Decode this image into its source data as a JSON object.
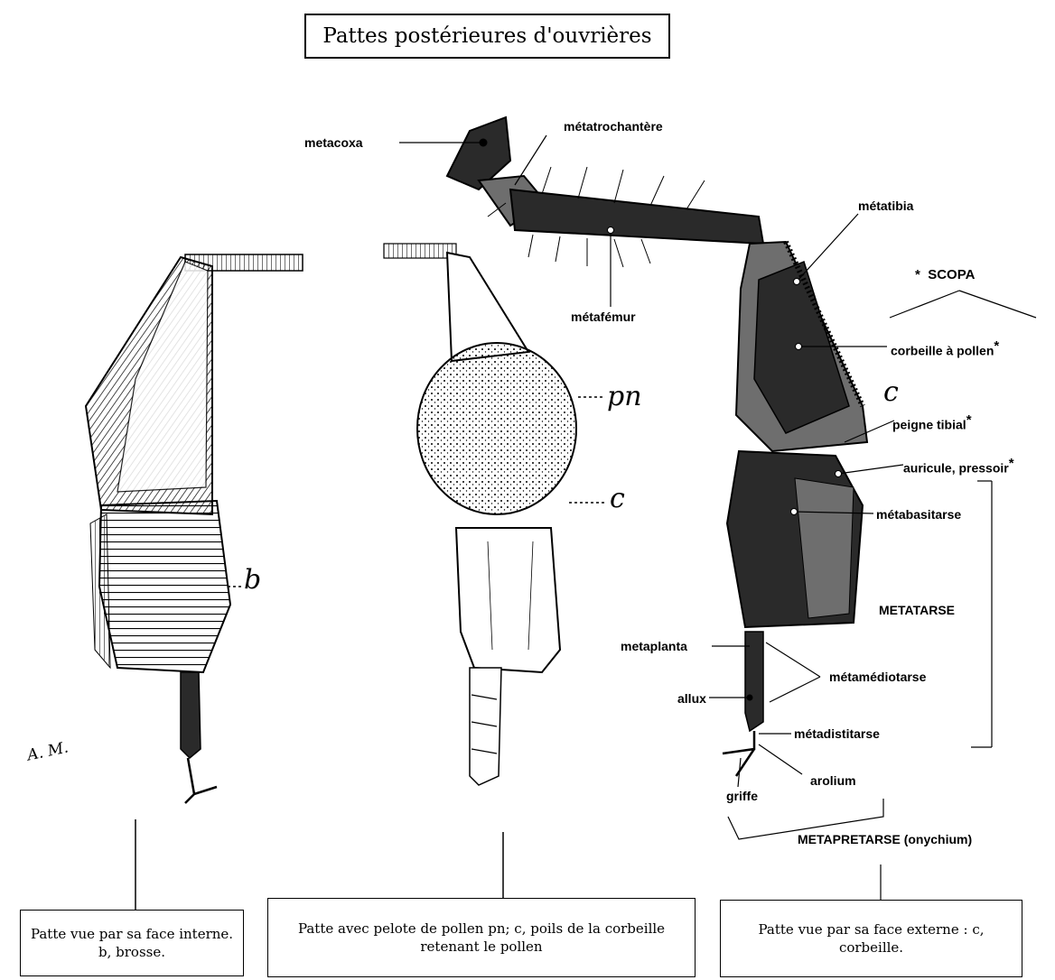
{
  "title": "Pattes postérieures d'ouvrières",
  "labels": {
    "metacoxa": "metacoxa",
    "metatrochantere": "métatrochantère",
    "metafemur": "métafémur",
    "metatibia": "métatibia",
    "scopa": "SCOPA",
    "scopa_star": "*",
    "corbeille": "corbeille à pollen",
    "peigne": "peigne tibial",
    "auricule": "auricule, pressoir",
    "metabasitarse": "métabasitarse",
    "metatarse": "METATARSE",
    "metaplanta": "metaplanta",
    "metamediotarse": "métamédiotarse",
    "allux": "allux",
    "metadistitarse": "métadistitarse",
    "arolium": "arolium",
    "griffe": "griffe",
    "metapretarse": "METAPRETARSE (onychium)",
    "star": "*"
  },
  "handwritten": {
    "b": "b",
    "pn": "pn",
    "c_middle": "c",
    "c_right": "c",
    "signature": "A. M."
  },
  "captions": {
    "left": "Patte vue par sa face interne. b, brosse.",
    "middle": "Patte avec pelote de pollen pn; c, poils de la corbeille retenant le pollen",
    "right": "Patte vue par sa face externe : c, corbeille."
  },
  "colors": {
    "ink": "#000000",
    "fill_dark": "#2a2a2a",
    "fill_mid": "#6e6e6e",
    "fill_light": "#d9d9d9",
    "paper": "#ffffff"
  }
}
